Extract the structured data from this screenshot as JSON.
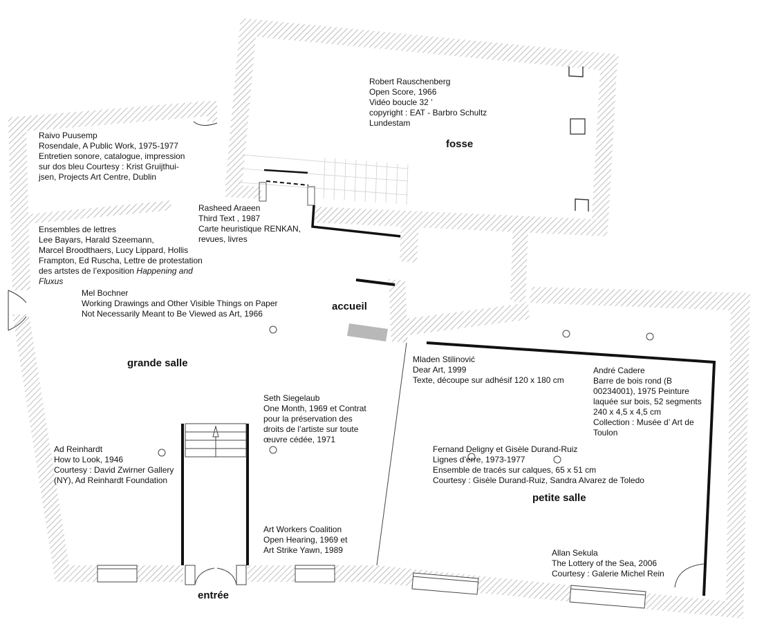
{
  "rooms": {
    "fosse": "fosse",
    "accueil": "accueil",
    "grande_salle": "grande salle",
    "petite_salle": "petite salle",
    "entree": "entrée"
  },
  "artworks": {
    "rauschenberg": [
      "Robert Rauschenberg",
      "Open Score, 1966",
      "Vidéo boucle 32 ’",
      "copyright : EAT - Barbro Schultz",
      "Lundestam"
    ],
    "puusemp": [
      "Raivo Puusemp",
      "Rosendale, A Public Work, 1975-1977",
      "Entretien sonore, catalogue, impression",
      "sur dos bleu Courtesy : Krist Gruijthui-",
      "jsen, Projects Art Centre, Dublin"
    ],
    "araeen": [
      "Rasheed Araeen",
      "Third Text , 1987",
      "Carte heuristique RENKAN,",
      "revues, livres"
    ],
    "lettres": {
      "lines": [
        "Ensembles de lettres",
        "Lee Bayars, Harald Szeemann,",
        "Marcel Broodthaers, Lucy Lippard, Hollis",
        "Frampton, Ed Ruscha, Lettre de protestation"
      ],
      "line5_pre": "des artstes de l’exposition ",
      "line5_italic": "Happening and",
      "line6_italic": "Fluxus"
    },
    "bochner": [
      "Mel Bochner",
      "Working Drawings and Other Visible Things on Paper",
      "Not Necessarily Meant to Be Viewed as Art, 1966"
    ],
    "stilinovic": [
      "Mladen Stilinović",
      "Dear Art, 1999",
      "Texte, découpe sur adhésif 120 x 180 cm"
    ],
    "cadere": [
      "André Cadere",
      "Barre de bois rond (B",
      "00234001), 1975 Peinture",
      "laquée sur bois, 52 segments",
      "240 x 4,5 x 4,5 cm",
      "Collection : Musée d’ Art de",
      "Toulon"
    ],
    "siegelaub": [
      "Seth Siegelaub",
      "One Month, 1969 et Contrat",
      "pour la préservation des",
      "droits de l’artiste sur toute",
      "œuvre cédée, 1971"
    ],
    "reinhardt": [
      "Ad Reinhardt",
      "How to Look, 1946",
      "Courtesy : David Zwirner Gallery",
      "(NY), Ad Reinhardt Foundation"
    ],
    "deligny": [
      "Fernand Deligny et Gisèle Durand-Ruiz",
      "Lignes d’erre, 1973-1977",
      "Ensemble de tracés sur calques, 65 x 51 cm",
      "Courtesy : Gisèle Durand-Ruiz, Sandra Alvarez de Toledo"
    ],
    "awc": [
      "Art Workers Coalition",
      "Open Hearing, 1969 et",
      "Art Strike Yawn, 1989"
    ],
    "sekula": [
      "Allan Sekula",
      "The Lottery of the Sea, 2006",
      "Courtesy : Galerie Michel Rein"
    ]
  }
}
